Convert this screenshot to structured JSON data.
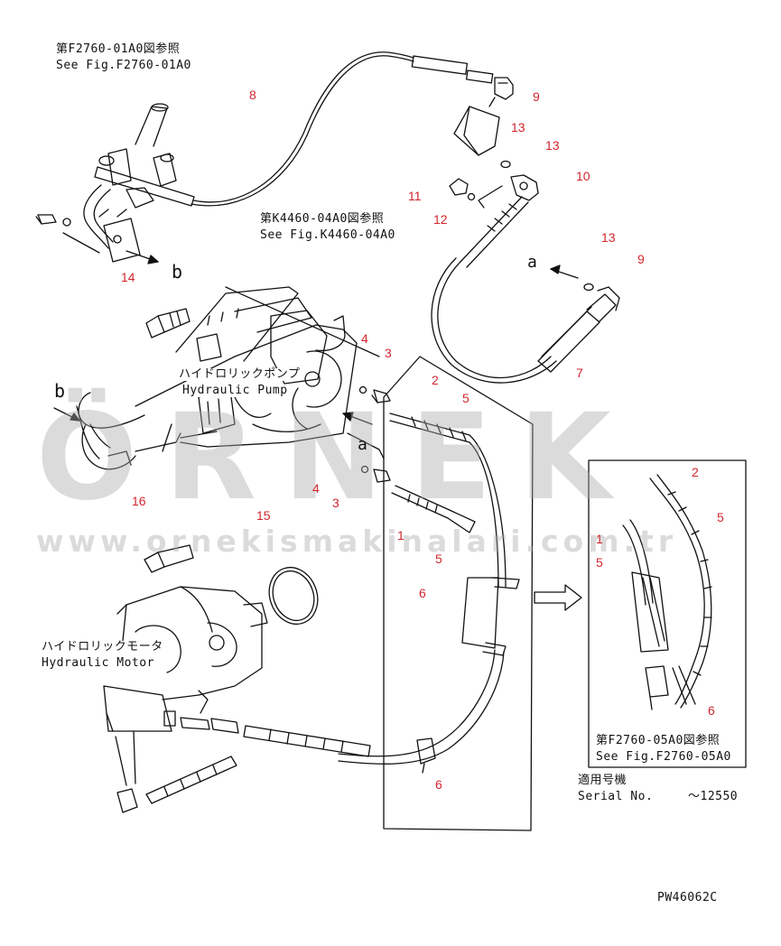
{
  "watermark": {
    "brand": "ÖRNEK",
    "url": "www.ornekismakinalari.com.tr"
  },
  "references": {
    "top_left_jp": "第F2760-01A0図参照",
    "top_left_en": "See Fig.F2760-01A0",
    "middle_jp": "第K4460-04A0図参照",
    "middle_en": "See Fig.K4460-04A0",
    "right_jp": "第F2760-05A0図参照",
    "right_en": "See Fig.F2760-05A0"
  },
  "components": {
    "pump_jp": "ハイドロリックポンプ",
    "pump_en": "Hydraulic Pump",
    "motor_jp": "ハイドロリックモータ",
    "motor_en": "Hydraulic Motor"
  },
  "serial": {
    "label_jp": "適用号機",
    "label_en": "Serial No.",
    "range": "～12550"
  },
  "arrows": {
    "a": "a",
    "b": "b"
  },
  "callouts": {
    "n1": "1",
    "n2": "2",
    "n3": "3",
    "n4": "4",
    "n5": "5",
    "n6": "6",
    "n7": "7",
    "n8": "8",
    "n9": "9",
    "n10": "10",
    "n11": "11",
    "n12": "12",
    "n13": "13",
    "n14": "14",
    "n15": "15",
    "n16": "16"
  },
  "figure_code": "PW46062C"
}
